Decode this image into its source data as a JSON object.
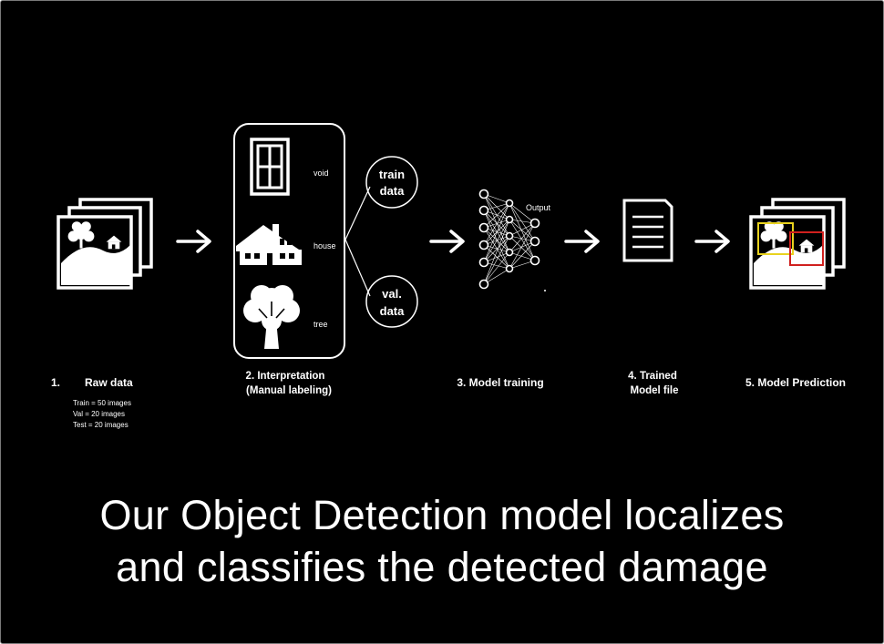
{
  "steps": {
    "raw": {
      "number": "1.",
      "label": "Raw data",
      "details": [
        "Train = 50 images",
        "Val = 20 images",
        "Test = 20 images"
      ]
    },
    "interpretation": {
      "line1": "2. Interpretation",
      "line2": "(Manual labeling)",
      "classes": [
        "void",
        "house",
        "tree"
      ]
    },
    "split": {
      "train_line1": "train",
      "train_line2": "data",
      "val_line1": "val.",
      "val_line2": "data"
    },
    "training": {
      "label": "3. Model training",
      "output_label": "Output"
    },
    "trained": {
      "line1": "4. Trained",
      "line2": "Model file"
    },
    "prediction": {
      "label": "5. Model Prediction"
    }
  },
  "colors": {
    "background": "#000000",
    "foreground": "#ffffff",
    "box_tree": "#e8d21e",
    "box_house": "#d0201e"
  },
  "caption": {
    "line1": "Our Object Detection model localizes",
    "line2": "and classifies the detected damage"
  }
}
